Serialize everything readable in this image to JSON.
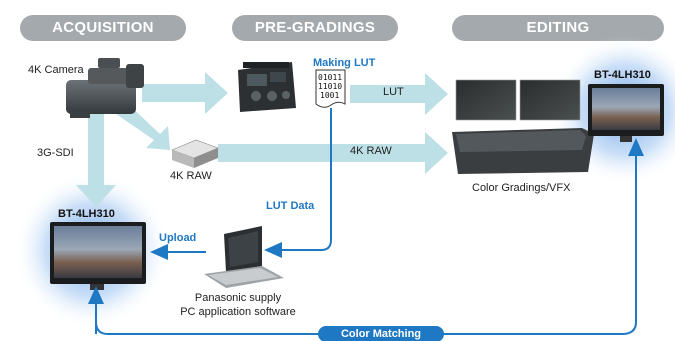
{
  "headers": {
    "acquisition": "ACQUISITION",
    "pre_gradings": "PRE-GRADINGS",
    "editing": "EDITING"
  },
  "labels": {
    "camera": "4K Camera",
    "sdi": "3G-SDI",
    "raw_recorder": "4K RAW",
    "making_lut": "Making LUT",
    "lut_code": [
      "01011",
      "11010",
      "1001"
    ],
    "lut": "LUT",
    "raw_flow": "4K RAW",
    "color_gradings": "Color Gradings/VFX",
    "monitor_right": "BT-4LH310",
    "monitor_left": "BT-4LH310",
    "lut_data": "LUT Data",
    "upload": "Upload",
    "software_line1": "Panasonic supply",
    "software_line2": "PC application software",
    "color_matching": "Color Matching"
  },
  "colors": {
    "header_bg": "#a4a9ad",
    "flow_arrow": "#bde0e6",
    "accent_blue": "#1f78c4",
    "glow": "#6fa8e6"
  }
}
